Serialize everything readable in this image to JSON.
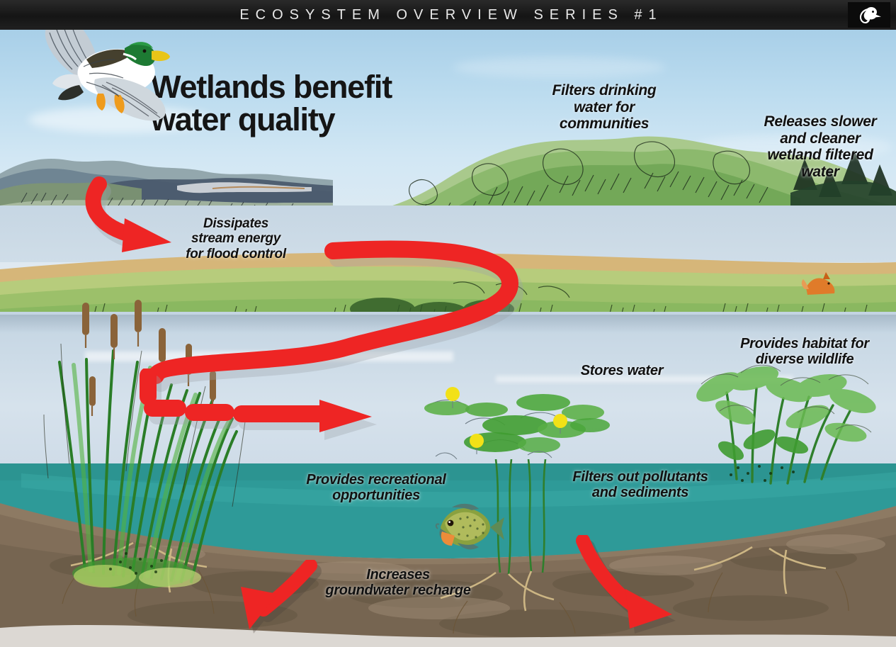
{
  "header": {
    "series_title": "ECOSYSTEM OVERVIEW SERIES #1",
    "logo_icon": "duck-head-logo-icon"
  },
  "poster": {
    "main_title": "Wetlands benefit\nwater quality",
    "accent_arrow_color": "#ee2524",
    "sky_color": "#bcdcef",
    "deep_water_color": "#2e9a98",
    "surface_water_color": "#cdddea",
    "soil_color": "#8d7a63",
    "foliage_color": "#6fae45"
  },
  "labels": [
    {
      "id": "dissipates-stream-energy",
      "text": "Dissipates\nstream energy\nfor flood control"
    },
    {
      "id": "filters-drinking-water",
      "text": "Filters drinking\nwater for\ncommunities"
    },
    {
      "id": "releases-slower-cleaner",
      "text": "Releases slower\nand cleaner\nwetland filtered\nwater"
    },
    {
      "id": "provides-habitat",
      "text": "Provides habitat for\ndiverse wildlife"
    },
    {
      "id": "stores-water",
      "text": "Stores water"
    },
    {
      "id": "provides-recreational",
      "text": "Provides recreational\nopportunities"
    },
    {
      "id": "filters-out-pollutants",
      "text": "Filters out pollutants\nand sediments"
    },
    {
      "id": "increases-groundwater",
      "text": "Increases\ngroundwater recharge"
    }
  ],
  "illustration_elements": [
    {
      "id": "mallard-duck-flying",
      "name": "mallard-duck-icon"
    },
    {
      "id": "cattails-left",
      "name": "cattail-plants-icon"
    },
    {
      "id": "arrowhead-right",
      "name": "arrowhead-plants-icon"
    },
    {
      "id": "lily-pads",
      "name": "lily-pads-icon"
    },
    {
      "id": "sunfish",
      "name": "sunfish-icon"
    },
    {
      "id": "forested-hillside",
      "name": "forest-hillside-icon"
    },
    {
      "id": "distant-mountains",
      "name": "distant-mountains-icon"
    },
    {
      "id": "stream-flow-arrow",
      "name": "stream-flow-arrow-icon"
    },
    {
      "id": "groundwater-arrow-left",
      "name": "groundwater-arrow-icon"
    },
    {
      "id": "groundwater-arrow-right",
      "name": "sediment-arrow-icon"
    }
  ]
}
